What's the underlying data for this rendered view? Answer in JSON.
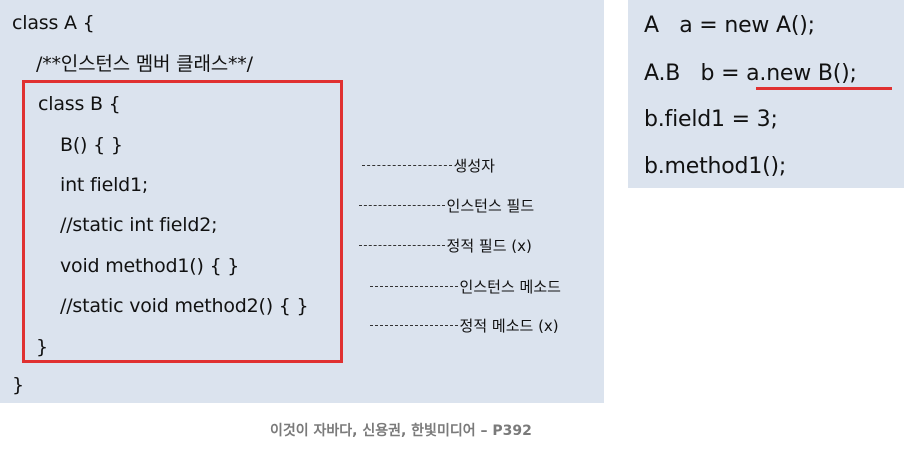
{
  "code": {
    "lines": [
      "class A {",
      "/**인스턴스 멤버 클래스**/",
      "class B {",
      "B() { }",
      "int field1;",
      "//static int field2;",
      "void method1() { }",
      "//static void method2() { }",
      "}",
      "}"
    ],
    "annotations": [
      "생성자",
      "인스턴스 필드",
      "정적 필드 (x)",
      "인스턴스 메소드",
      "정적 메소드 (x)"
    ]
  },
  "usage": {
    "lines": [
      "A   a = new A();",
      "A.B   b = a.new B();",
      "b.field1 = 3;",
      "b.method1();"
    ]
  },
  "citation": "이것이 자바다, 신용권, 한빛미디어 – P392",
  "colors": {
    "panel": "#dbe3ee",
    "highlight": "#e03131",
    "citation": "#7a7a7a"
  }
}
